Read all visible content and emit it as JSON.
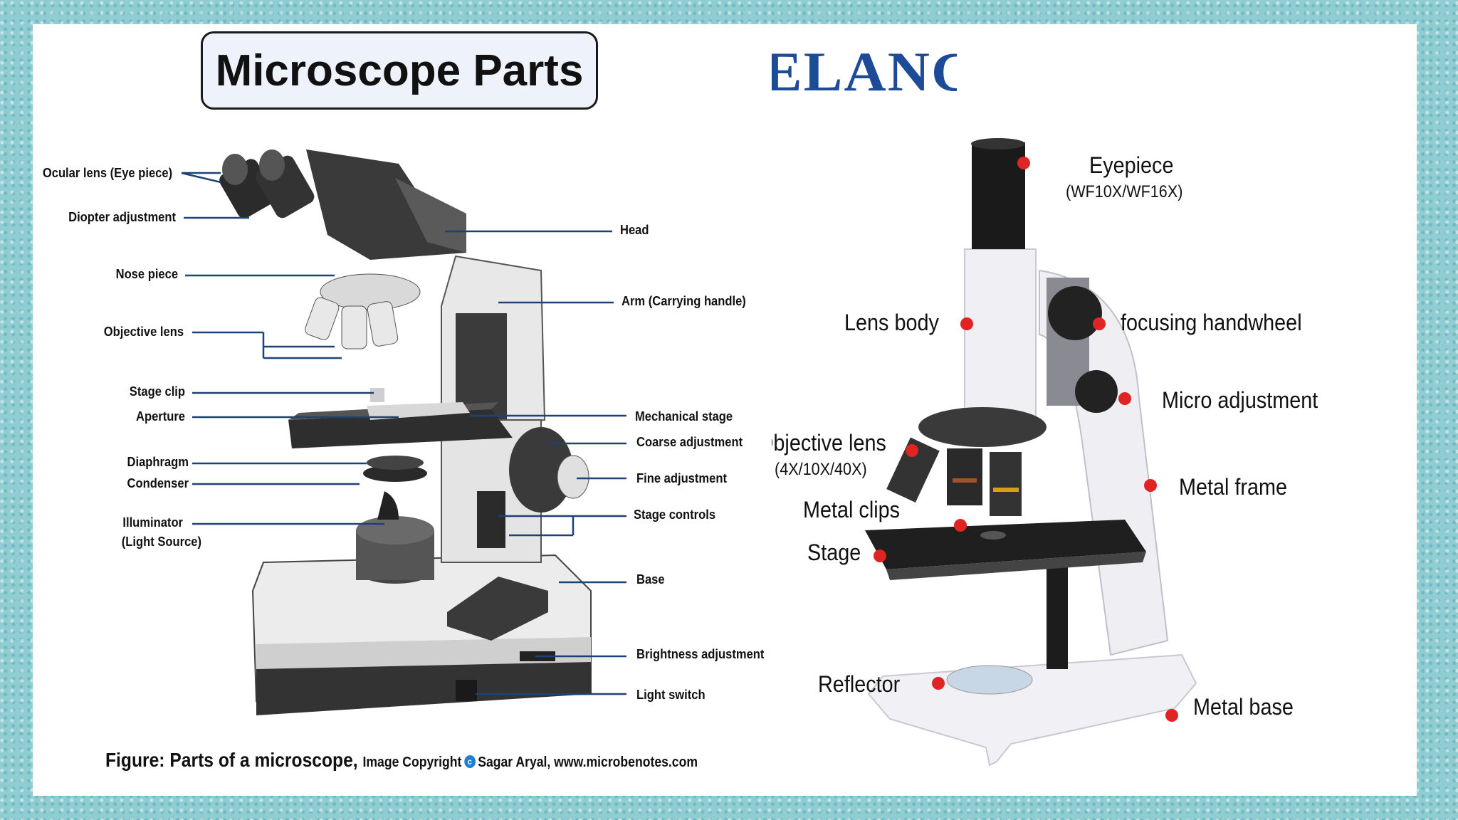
{
  "title": "Microscope Parts",
  "brand": "ELANG",
  "diagram_left": {
    "labels_left": [
      {
        "id": "ocular",
        "text": "Ocular lens (Eye piece)"
      },
      {
        "id": "diopter",
        "text": "Diopter adjustment"
      },
      {
        "id": "nose",
        "text": "Nose piece"
      },
      {
        "id": "objective",
        "text": "Objective lens"
      },
      {
        "id": "stageclip",
        "text": "Stage clip"
      },
      {
        "id": "aperture",
        "text": "Aperture"
      },
      {
        "id": "diaphragm",
        "text": "Diaphragm"
      },
      {
        "id": "condenser",
        "text": "Condenser"
      },
      {
        "id": "illuminator",
        "text": "Illuminator"
      },
      {
        "id": "illuminator2",
        "text": "(Light Source)"
      }
    ],
    "labels_right": [
      {
        "id": "head",
        "text": "Head"
      },
      {
        "id": "arm",
        "text": "Arm (Carrying handle)"
      },
      {
        "id": "mechstage",
        "text": "Mechanical stage"
      },
      {
        "id": "coarse",
        "text": "Coarse adjustment"
      },
      {
        "id": "fine",
        "text": "Fine adjustment"
      },
      {
        "id": "stagecontrols",
        "text": "Stage controls"
      },
      {
        "id": "base",
        "text": "Base"
      },
      {
        "id": "brightness",
        "text": "Brightness adjustment"
      },
      {
        "id": "lightswitch",
        "text": "Light switch"
      }
    ]
  },
  "diagram_right": {
    "labels": [
      {
        "id": "eyepiece",
        "text": "Eyepiece"
      },
      {
        "id": "eyepiece_spec",
        "text": "(WF10X/WF16X)"
      },
      {
        "id": "lensbody",
        "text": "Lens body"
      },
      {
        "id": "handwheel",
        "text": "focusing handwheel"
      },
      {
        "id": "micro",
        "text": "Micro adjustment"
      },
      {
        "id": "objective",
        "text": "Objective lens"
      },
      {
        "id": "objective_spec",
        "text": "(4X/10X/40X)"
      },
      {
        "id": "metalframe",
        "text": "Metal frame"
      },
      {
        "id": "metalclips",
        "text": "Metal clips"
      },
      {
        "id": "stage",
        "text": "Stage"
      },
      {
        "id": "reflector",
        "text": "Reflector"
      },
      {
        "id": "metalbase",
        "text": "Metal base"
      }
    ]
  },
  "caption": {
    "main": "Figure: Parts of a microscope,",
    "copyright_prefix": "Image Copyright",
    "copyright_symbol": "c",
    "copyright_rest": "Sagar Aryal, www.microbenotes.com"
  }
}
